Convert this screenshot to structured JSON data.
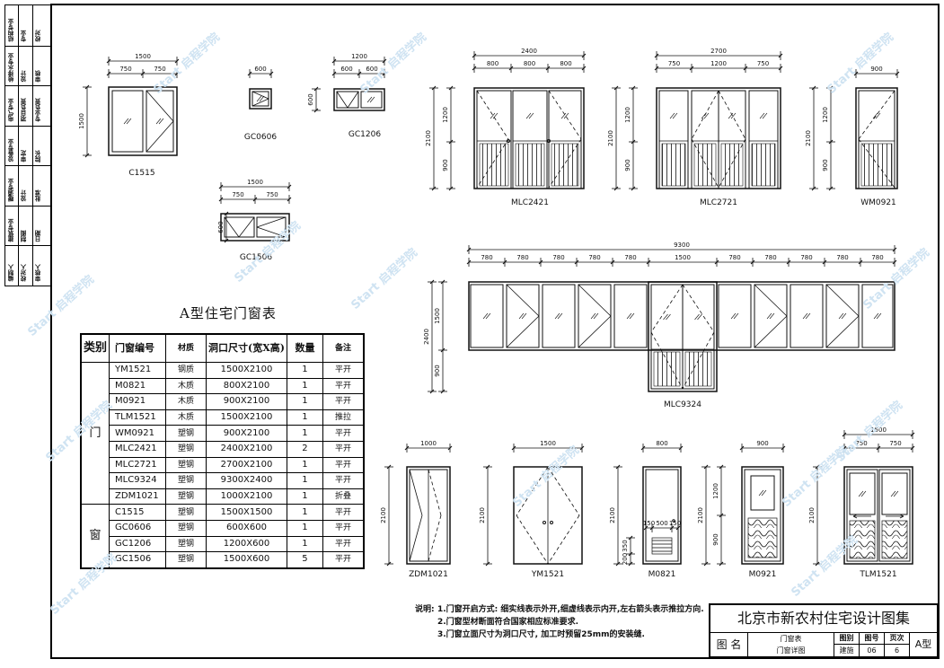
{
  "margin_strip": {
    "rows": [
      [
        "结构专业",
        "专业",
        "校对"
      ],
      [
        "给排水专业",
        "设计",
        "审核"
      ],
      [
        "电气专业",
        "项目负责",
        "专业负责"
      ],
      [
        "设备专业",
        "审定",
        "院长"
      ],
      [
        "暖通专业",
        "设计",
        "批准"
      ],
      [
        "建筑专业",
        "制图",
        "日期"
      ],
      [
        "编制人",
        "校对人",
        "审核人"
      ]
    ]
  },
  "elevations": {
    "C1515": {
      "label": "C1515",
      "overall": "1500",
      "parts": [
        "750",
        "750"
      ],
      "height": "1500"
    },
    "GC0606": {
      "label": "GC0606",
      "overall": "600",
      "height": "600"
    },
    "GC1206": {
      "label": "GC1206",
      "overall": "1200",
      "parts": [
        "600",
        "600"
      ],
      "height": "600"
    },
    "GC1506": {
      "label": "GC1506",
      "overall": "1500",
      "parts": [
        "750",
        "750"
      ],
      "height": "600"
    },
    "MLC2421": {
      "label": "MLC2421",
      "overall": "2400",
      "parts": [
        "800",
        "800",
        "800"
      ],
      "height": "2100",
      "h_parts": [
        "1200",
        "900"
      ]
    },
    "MLC2721": {
      "label": "MLC2721",
      "overall": "2700",
      "parts": [
        "750",
        "1200",
        "750"
      ],
      "height": "2100",
      "h_parts": [
        "1200",
        "900"
      ]
    },
    "WM0921": {
      "label": "WM0921",
      "overall": "900",
      "height": "2100",
      "h_parts": [
        "1200",
        "900"
      ]
    },
    "MLC9324": {
      "label": "MLC9324",
      "overall": "9300",
      "parts": [
        "780",
        "780",
        "780",
        "780",
        "780",
        "1500",
        "780",
        "780",
        "780",
        "780"
      ],
      "height": "2400",
      "h_parts": [
        "1500",
        "900"
      ]
    },
    "ZDM1021": {
      "label": "ZDM1021",
      "overall": "1000",
      "height": "2100"
    },
    "YM1521": {
      "label": "YM1521",
      "overall": "1500",
      "height": "2100"
    },
    "M0821": {
      "label": "M0821",
      "overall": "800",
      "height": "2100",
      "parts": [
        "150",
        "500",
        "150"
      ],
      "h_parts": [
        "350",
        "200"
      ]
    },
    "M0921": {
      "label": "M0921",
      "overall": "900",
      "height": "2100",
      "h_parts": [
        "1200",
        "900"
      ]
    },
    "TLM1521": {
      "label": "TLM1521",
      "overall": "1500",
      "parts": [
        "750",
        "750"
      ],
      "height": "2100"
    }
  },
  "schedule": {
    "title": "A型住宅门窗表",
    "headers": [
      "类别",
      "门窗编号",
      "材质",
      "洞口尺寸(宽X高)",
      "数量",
      "备注"
    ],
    "group_door": "门",
    "group_window": "窗",
    "doors": [
      [
        "YM1521",
        "钢质",
        "1500X2100",
        "1",
        "平开"
      ],
      [
        "M0821",
        "木质",
        "800X2100",
        "1",
        "平开"
      ],
      [
        "M0921",
        "木质",
        "900X2100",
        "1",
        "平开"
      ],
      [
        "TLM1521",
        "木质",
        "1500X2100",
        "1",
        "推拉"
      ],
      [
        "WM0921",
        "塑钢",
        "900X2100",
        "1",
        "平开"
      ],
      [
        "MLC2421",
        "塑钢",
        "2400X2100",
        "2",
        "平开"
      ],
      [
        "MLC2721",
        "塑钢",
        "2700X2100",
        "1",
        "平开"
      ],
      [
        "MLC9324",
        "塑钢",
        "9300X2400",
        "1",
        "平开"
      ],
      [
        "ZDM1021",
        "塑钢",
        "1000X2100",
        "1",
        "折叠"
      ]
    ],
    "windows": [
      [
        "C1515",
        "塑钢",
        "1500X1500",
        "1",
        "平开"
      ],
      [
        "GC0606",
        "塑钢",
        "600X600",
        "1",
        "平开"
      ],
      [
        "GC1206",
        "塑钢",
        "1200X600",
        "1",
        "平开"
      ],
      [
        "GC1506",
        "塑钢",
        "1500X600",
        "5",
        "平开"
      ]
    ]
  },
  "notes": {
    "label": "说明:",
    "lines": [
      "1.门窗开启方式: 细实线表示外开,细虚线表示内开,左右箭头表示推拉方向.",
      "2.门窗型材断面符合国家相应标准要求.",
      "3.门窗立面尺寸为洞口尺寸, 加工时预留25mm的安装缝."
    ]
  },
  "title_block": {
    "project": "北京市新农村住宅设计图集",
    "name_label": "图 名",
    "name_line1": "门窗表",
    "name_line2": "门窗详图",
    "cat_label": "图别",
    "cat_value": "建施",
    "no_label": "图号",
    "no_value": "06",
    "page_label": "页次",
    "page_value": "6",
    "type": "A型"
  },
  "watermark": "Start 启程学院"
}
